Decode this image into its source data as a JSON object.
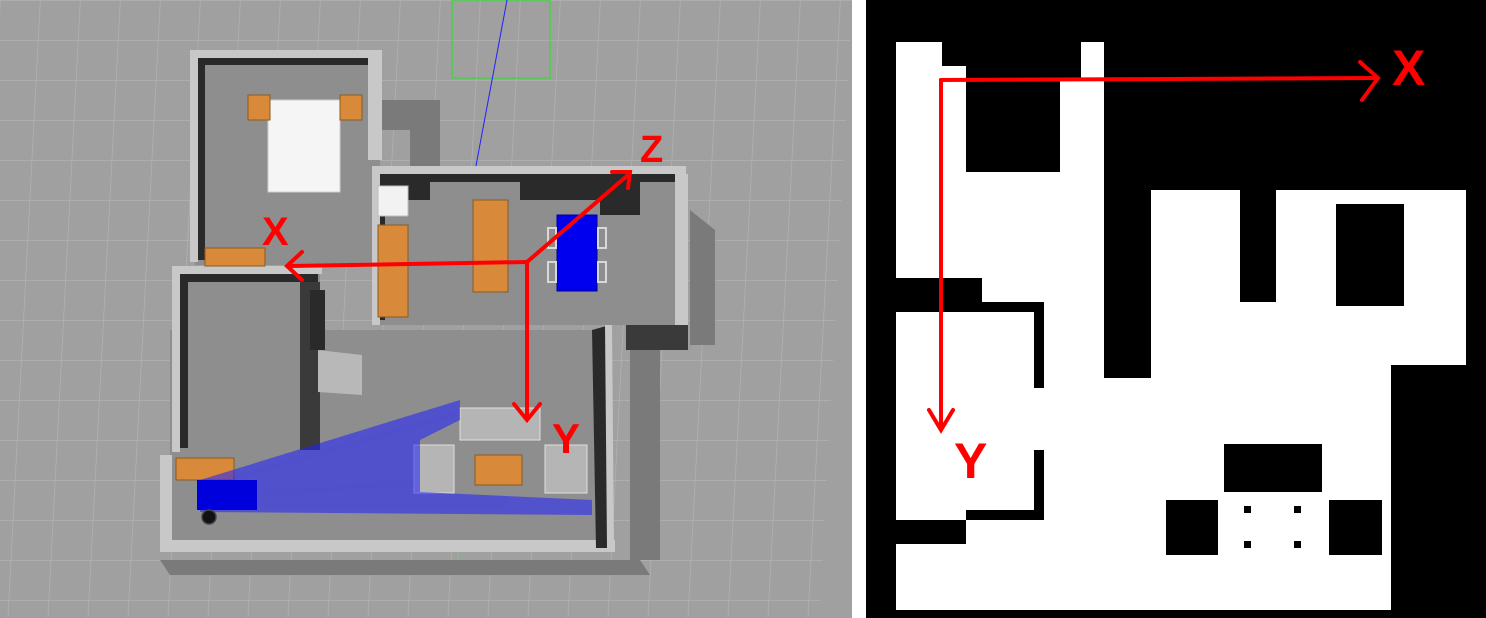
{
  "simulation_view": {
    "axis_labels": {
      "x": "X",
      "y": "Y",
      "z": "Z"
    },
    "colors": {
      "ground": "#a0a0a0",
      "grid_line": "#b8b8b8",
      "wall_top": "#c8c8c8",
      "wall_shadow": "#2a2a2a",
      "floor": "#909090",
      "furniture_wood": "#d88a3a",
      "bed": "#f5f5f5",
      "table_blue": "#0000ee",
      "laser": "#2020ff",
      "axis_red": "#ff0000",
      "frustum": "#33dd33"
    }
  },
  "occupancy_map": {
    "axis_labels": {
      "x": "X",
      "y": "Y"
    },
    "colors": {
      "free": "#ffffff",
      "occupied": "#000000",
      "axis_red": "#ff0000"
    }
  }
}
